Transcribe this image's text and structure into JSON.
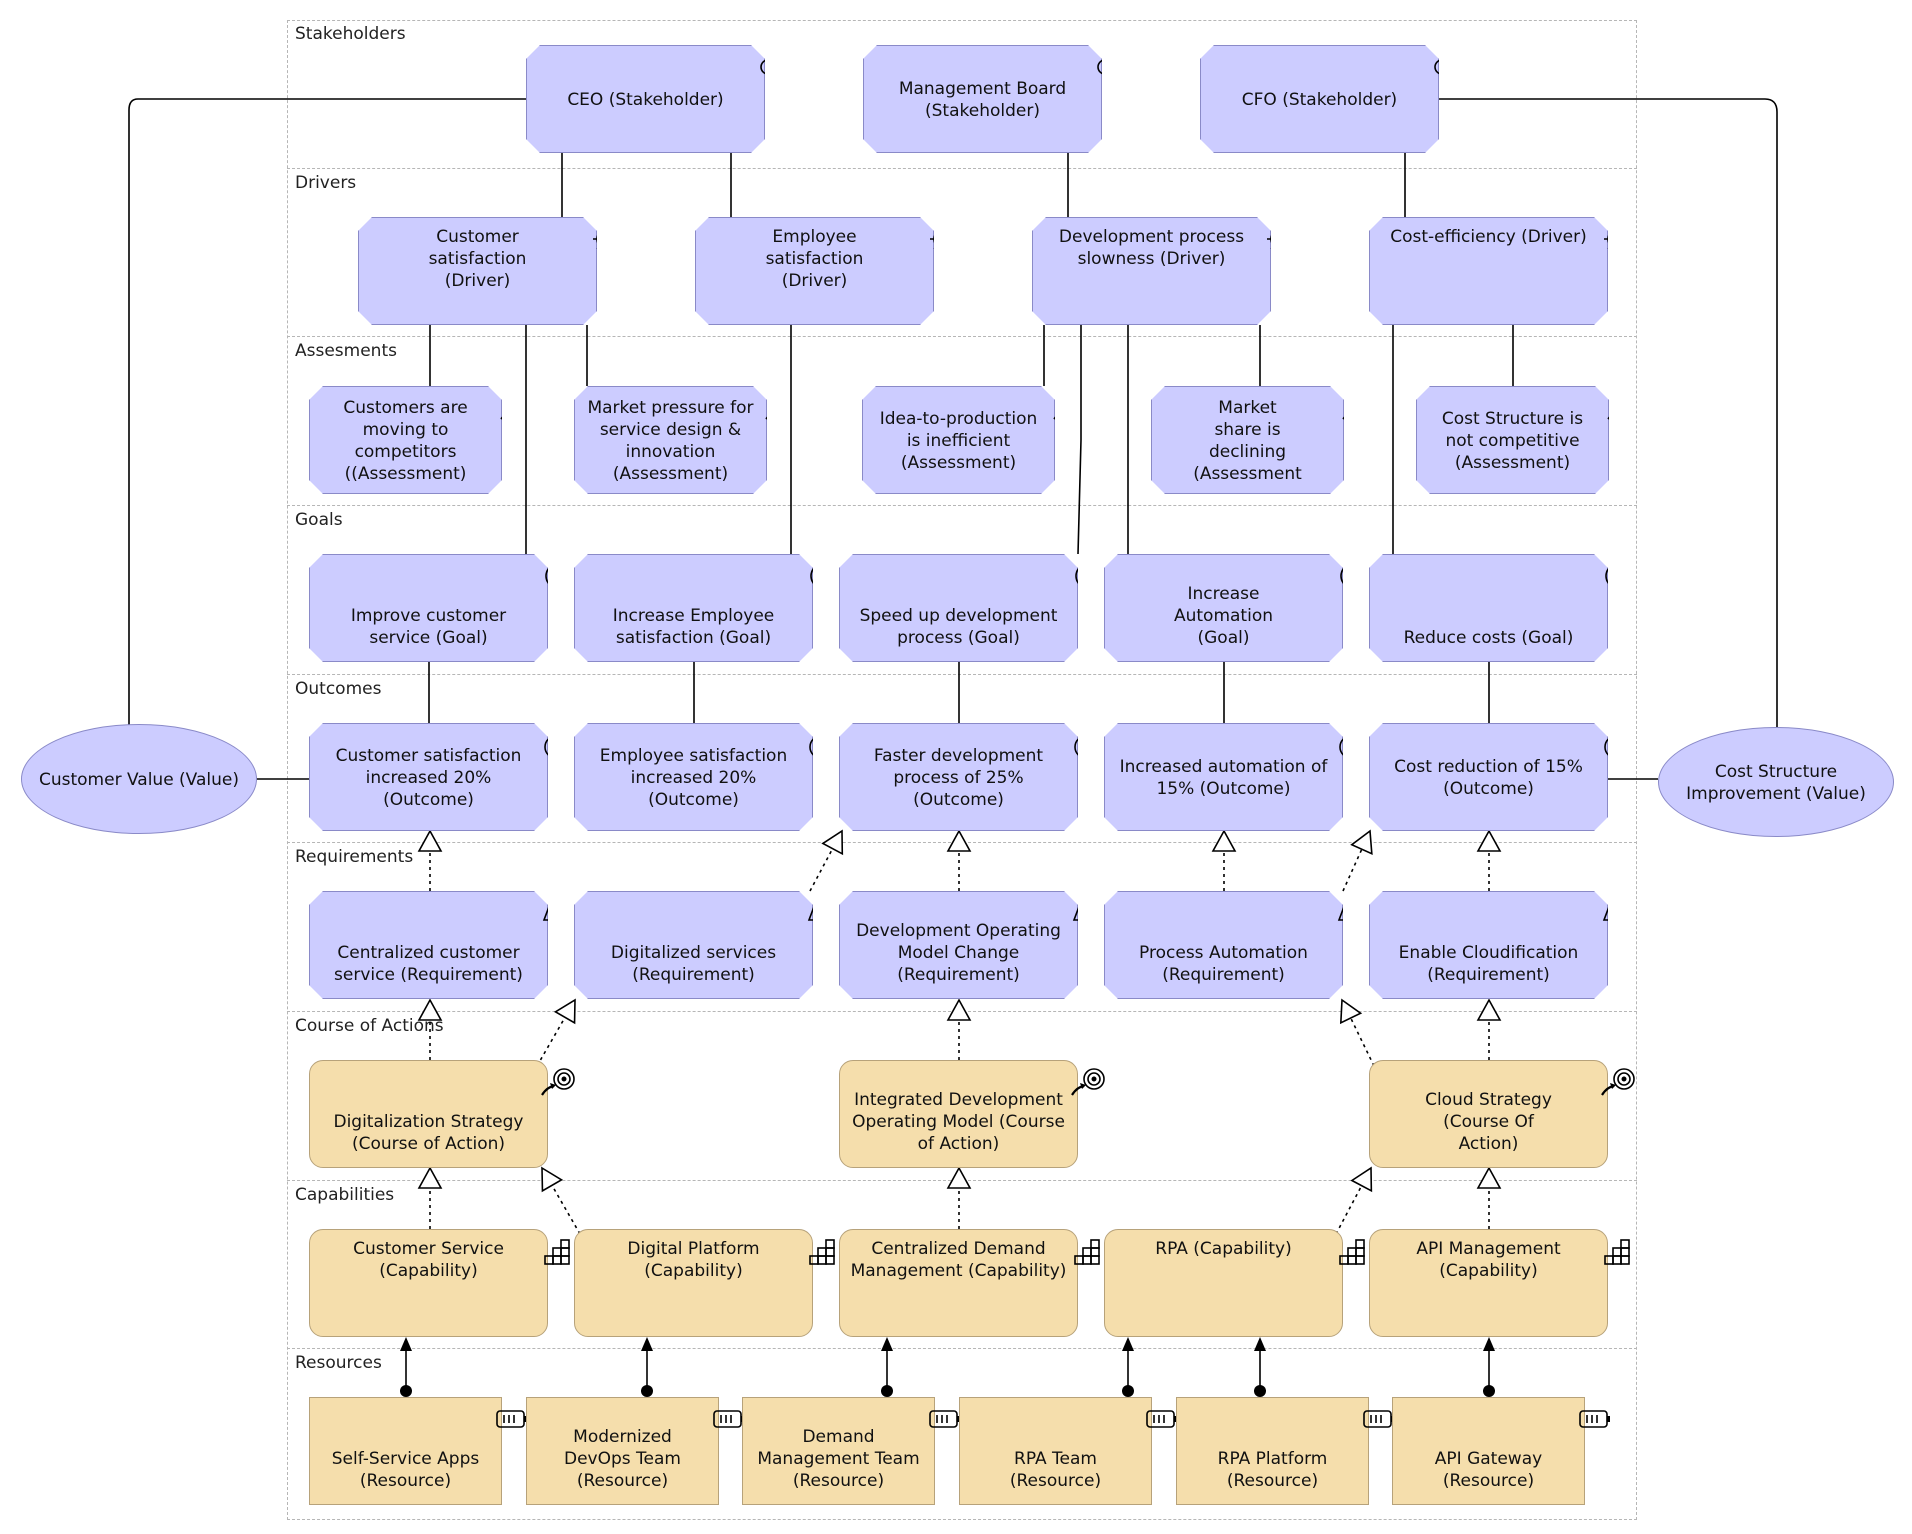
{
  "lanes": [
    {
      "id": "stakeholders",
      "label": "Stakeholders"
    },
    {
      "id": "drivers",
      "label": "Drivers"
    },
    {
      "id": "assessments",
      "label": "Assesments"
    },
    {
      "id": "goals",
      "label": "Goals"
    },
    {
      "id": "outcomes",
      "label": "Outcomes"
    },
    {
      "id": "requirements",
      "label": "Requirements"
    },
    {
      "id": "course_of_actions",
      "label": "Course of Actions"
    },
    {
      "id": "capabilities",
      "label": "Capabilities"
    },
    {
      "id": "resources",
      "label": "Resources"
    }
  ],
  "values": {
    "customer_value": "Customer Value (Value)",
    "cost_structure": "Cost Structure\nImprovement (Value)"
  },
  "stakeholders": [
    {
      "id": "ceo",
      "label": "CEO (Stakeholder)",
      "icon": "stakeholder-icon"
    },
    {
      "id": "board",
      "label": "Management Board\n(Stakeholder)",
      "icon": "stakeholder-icon"
    },
    {
      "id": "cfo",
      "label": "CFO (Stakeholder)",
      "icon": "stakeholder-icon"
    }
  ],
  "drivers": [
    {
      "id": "cust_sat",
      "label": "Customer\nsatisfaction\n(Driver)",
      "icon": "driver-icon"
    },
    {
      "id": "emp_sat",
      "label": "Employee\nsatisfaction\n(Driver)",
      "icon": "driver-icon"
    },
    {
      "id": "dev_slow",
      "label": "Development process\nslowness (Driver)",
      "icon": "driver-icon"
    },
    {
      "id": "cost_eff",
      "label": "Cost-efficiency (Driver)",
      "icon": "driver-icon"
    }
  ],
  "assessments": [
    {
      "id": "cust_moving",
      "label": "Customers are\nmoving to\ncompetitors\n((Assessment)",
      "icon": "assessment-icon"
    },
    {
      "id": "market_pressure",
      "label": "Market pressure for\nservice design &\ninnovation\n(Assessment)",
      "icon": "assessment-icon"
    },
    {
      "id": "idea_prod",
      "label": "Idea-to-production\nis inefficient\n(Assessment)",
      "icon": "assessment-icon"
    },
    {
      "id": "market_share",
      "label": "Market\nshare is\ndeclining\n(Assessment",
      "icon": "assessment-icon"
    },
    {
      "id": "cost_struct",
      "label": "Cost Structure is\nnot competitive\n(Assessment)",
      "icon": "assessment-icon"
    }
  ],
  "goals": [
    {
      "id": "improve_cs",
      "label": "Improve customer\nservice (Goal)",
      "icon": "goal-icon"
    },
    {
      "id": "inc_emp",
      "label": "Increase Employee\nsatisfaction (Goal)",
      "icon": "goal-icon"
    },
    {
      "id": "speed_dev",
      "label": "Speed up development\nprocess (Goal)",
      "icon": "goal-icon"
    },
    {
      "id": "inc_auto",
      "label": "Increase\nAutomation\n(Goal)",
      "icon": "goal-icon"
    },
    {
      "id": "reduce_costs",
      "label": "Reduce costs (Goal)",
      "icon": "goal-icon"
    }
  ],
  "outcomes": [
    {
      "id": "cust_sat_20",
      "label": "Customer satisfaction\nincreased 20%\n(Outcome)",
      "icon": "outcome-icon"
    },
    {
      "id": "emp_sat_20",
      "label": "Employee satisfaction\nincreased 20%\n(Outcome)",
      "icon": "outcome-icon"
    },
    {
      "id": "faster_dev",
      "label": "Faster development\nprocess of 25%\n(Outcome)",
      "icon": "outcome-icon"
    },
    {
      "id": "inc_auto_15",
      "label": "Increased automation of\n15% (Outcome)",
      "icon": "outcome-icon"
    },
    {
      "id": "cost_red",
      "label": "Cost reduction of 15%\n(Outcome)",
      "icon": "outcome-icon"
    }
  ],
  "requirements": [
    {
      "id": "central_cs",
      "label": "Centralized customer\nservice (Requirement)",
      "icon": "requirement-icon"
    },
    {
      "id": "digital_services",
      "label": "Digitalized services\n(Requirement)",
      "icon": "requirement-icon"
    },
    {
      "id": "dev_op_model",
      "label": "Development Operating\nModel Change\n(Requirement)",
      "icon": "requirement-icon"
    },
    {
      "id": "process_auto",
      "label": "Process Automation\n(Requirement)",
      "icon": "requirement-icon"
    },
    {
      "id": "cloudification",
      "label": "Enable Cloudification\n(Requirement)",
      "icon": "requirement-icon"
    }
  ],
  "course_of_actions": [
    {
      "id": "digital_strategy",
      "label": "Digitalization Strategy\n(Course of Action)",
      "icon": "course-of-action-icon"
    },
    {
      "id": "integrated_dev",
      "label": "Integrated Development\nOperating Model (Course\nof Action)",
      "icon": "course-of-action-icon"
    },
    {
      "id": "cloud_strategy",
      "label": "Cloud Strategy\n(Course Of\nAction)",
      "icon": "course-of-action-icon"
    }
  ],
  "capabilities": [
    {
      "id": "customer_service",
      "label": "Customer Service\n(Capability)",
      "icon": "capability-icon"
    },
    {
      "id": "digital_platform",
      "label": "Digital Platform\n(Capability)",
      "icon": "capability-icon"
    },
    {
      "id": "demand_mgmt",
      "label": "Centralized Demand\nManagement (Capability)",
      "icon": "capability-icon"
    },
    {
      "id": "rpa",
      "label": "RPA (Capability)",
      "icon": "capability-icon"
    },
    {
      "id": "api_mgmt",
      "label": "API Management\n(Capability)",
      "icon": "capability-icon"
    }
  ],
  "resources": [
    {
      "id": "self_service",
      "label": "Self-Service Apps\n(Resource)",
      "icon": "resource-icon"
    },
    {
      "id": "devops_team",
      "label": "Modernized\nDevOps Team\n(Resource)",
      "icon": "resource-icon"
    },
    {
      "id": "demand_team",
      "label": "Demand\nManagement Team\n(Resource)",
      "icon": "resource-icon"
    },
    {
      "id": "rpa_team",
      "label": "RPA Team\n(Resource)",
      "icon": "resource-icon"
    },
    {
      "id": "rpa_platform",
      "label": "RPA Platform\n(Resource)",
      "icon": "resource-icon"
    },
    {
      "id": "api_gateway",
      "label": "API Gateway\n(Resource)",
      "icon": "resource-icon"
    }
  ],
  "colors": {
    "motivation_fill": "#ccccff",
    "motivation_border": "#8a8ac8",
    "strategy_fill": "#f5deac",
    "strategy_border": "#b7a27a",
    "lane_border": "#b6b6b6",
    "connector": "#000000"
  }
}
